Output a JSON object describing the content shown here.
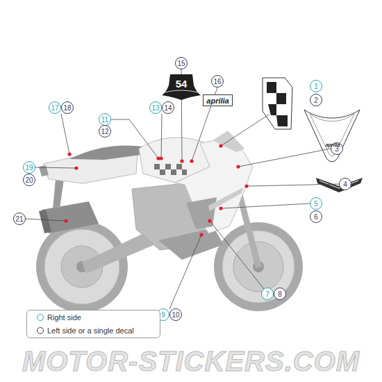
{
  "diagram": {
    "nodes": [
      {
        "text": [
          "15"
        ]
      },
      {
        "text": [
          "54"
        ]
      },
      {
        "text": [
          "16"
        ]
      },
      {
        "text": [
          "aprilia"
        ]
      },
      {
        "text": [
          "1"
        ]
      },
      {
        "text": [
          "2"
        ]
      },
      {
        "text": [
          "17"
        ]
      },
      {
        "text": [
          "18"
        ]
      },
      {
        "text": [
          "11"
        ]
      },
      {
        "text": [
          "13"
        ]
      },
      {
        "text": [
          "14"
        ]
      },
      {
        "text": [
          "12"
        ]
      },
      {
        "text": [
          "3"
        ]
      },
      {
        "text": [
          "19"
        ]
      },
      {
        "text": [
          "20"
        ]
      },
      {
        "text": [
          "4"
        ]
      },
      {
        "text": [
          "5"
        ]
      },
      {
        "text": [
          "6"
        ]
      },
      {
        "text": [
          "21"
        ]
      },
      {
        "text": [
          "7"
        ]
      },
      {
        "text": [
          "8"
        ]
      },
      {
        "text": [
          "9"
        ]
      },
      {
        "text": [
          "10"
        ]
      }
    ],
    "labels": [
      "aprilia",
      "MOTOR-STICKERS.COM"
    ],
    "legend": [
      {
        "text": "Right side"
      },
      {
        "text": "Left side or a single decal"
      }
    ]
  }
}
